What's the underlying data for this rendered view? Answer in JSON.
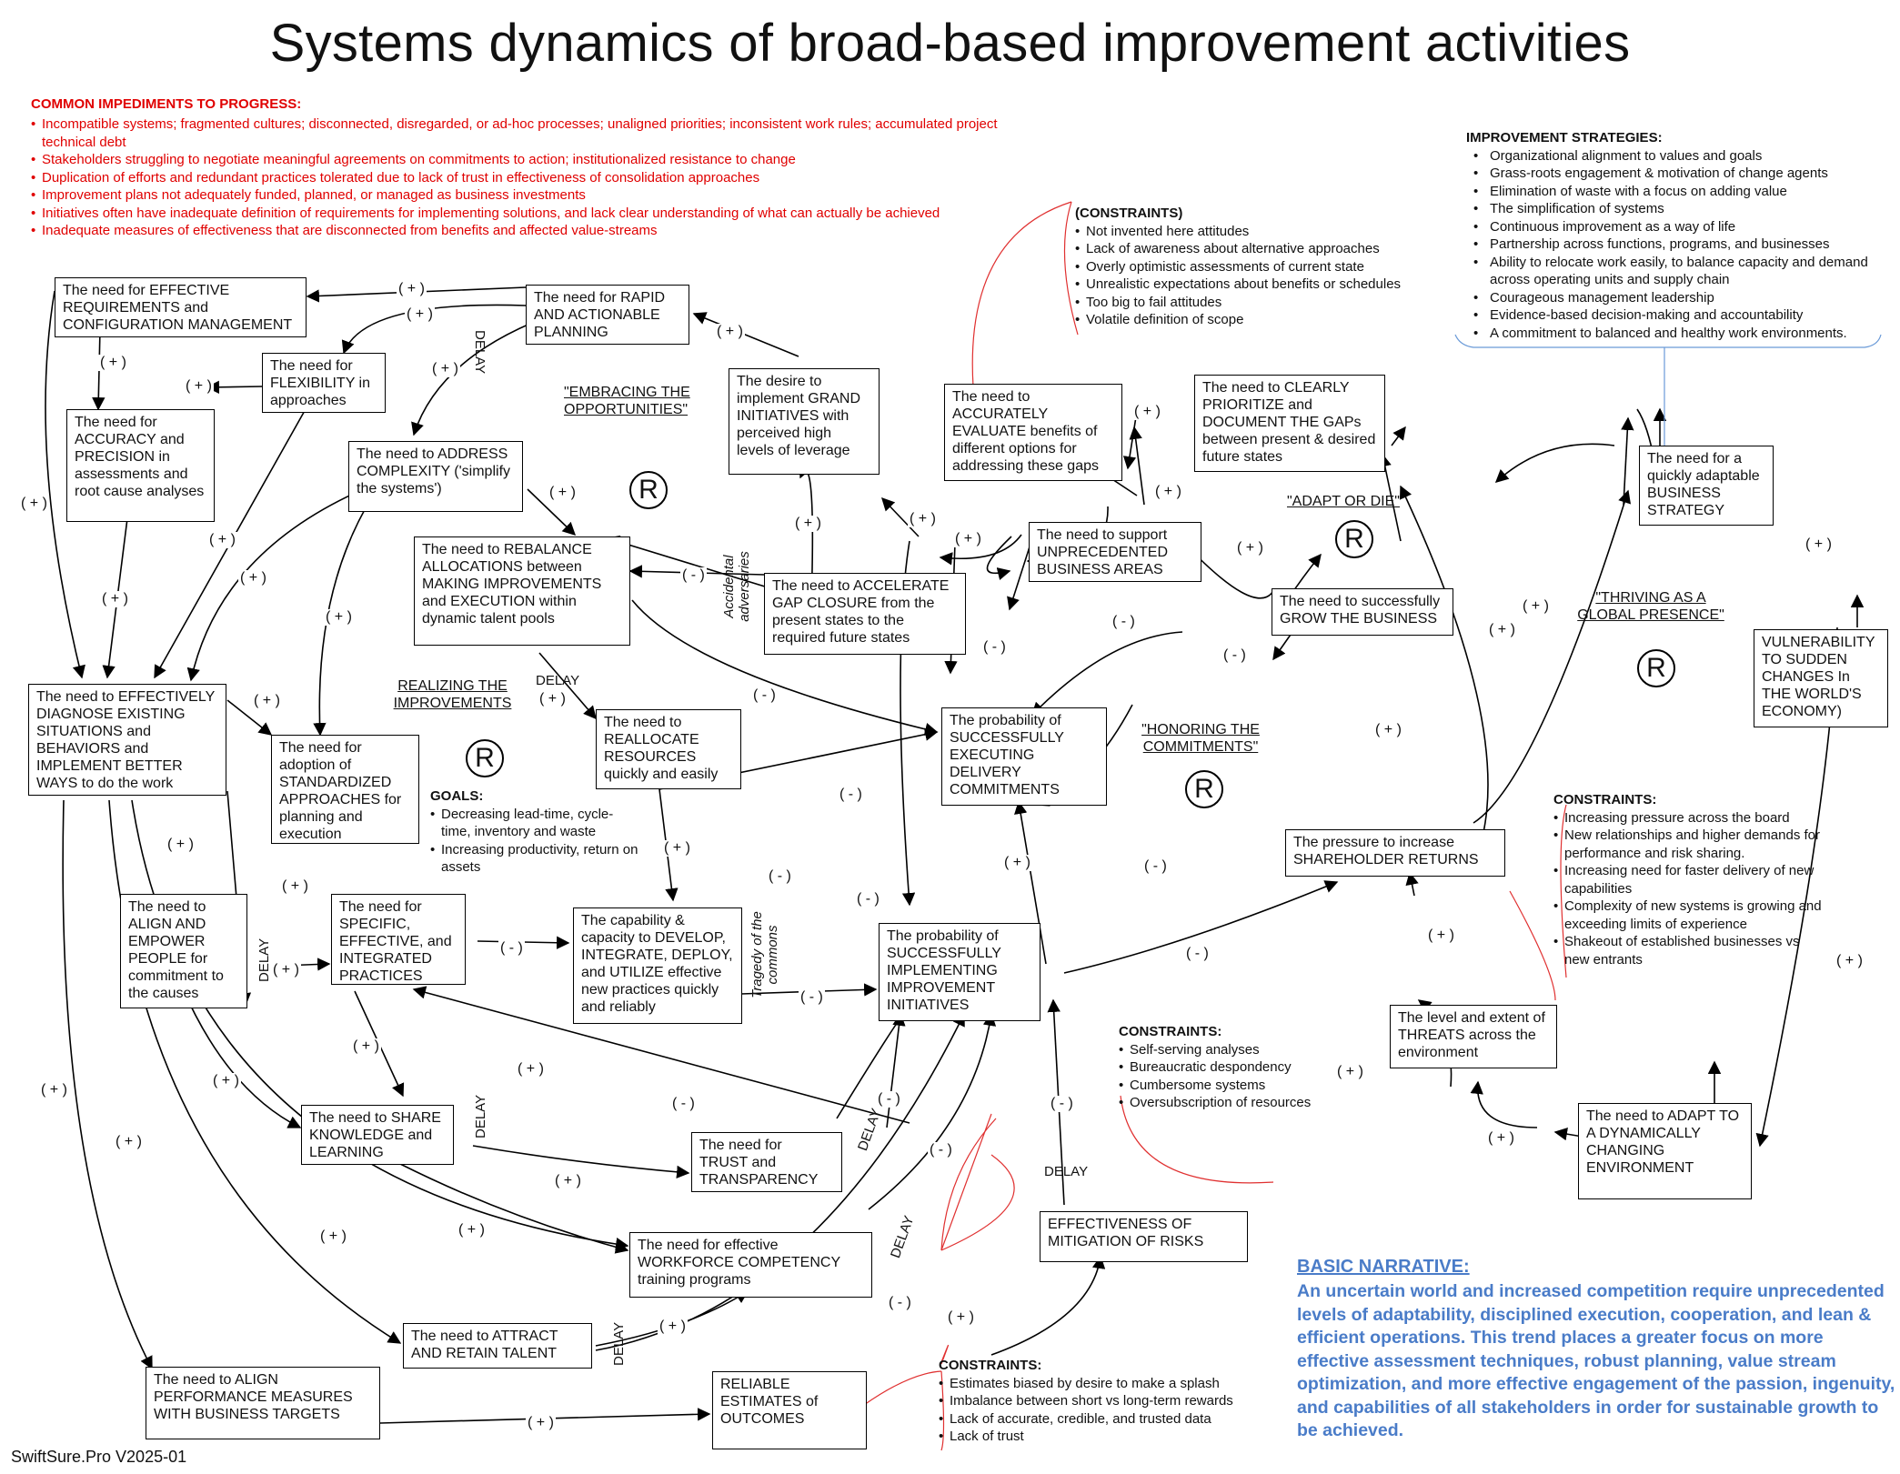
{
  "title": "Systems dynamics of broad-based improvement activities",
  "impediments": {
    "heading": "COMMON IMPEDIMENTS TO PROGRESS:",
    "items": [
      "Incompatible systems; fragmented cultures; disconnected, disregarded, or ad-hoc processes; unaligned priorities; inconsistent work rules; accumulated project technical debt",
      "Stakeholders struggling to negotiate meaningful agreements on commitments to action; institutionalized resistance to change",
      "Duplication of efforts and redundant practices tolerated due to lack of trust in effectiveness of consolidation approaches",
      "Improvement plans not adequately funded, planned, or managed as business investments",
      "Initiatives often have inadequate definition of requirements for implementing solutions, and lack clear understanding of what can actually be achieved",
      "Inadequate measures of effectiveness that are disconnected from benefits and affected value-streams"
    ]
  },
  "strategies": {
    "heading": "IMPROVEMENT STRATEGIES:",
    "items": [
      "Organizational alignment to values and goals",
      "Grass-roots engagement & motivation of change agents",
      "Elimination of waste with a focus on adding value",
      "The simplification of systems",
      "Continuous improvement as a way of life",
      "Partnership across functions, programs, and businesses",
      "Ability to relocate work easily, to balance capacity and demand across operating units and supply chain",
      "Courageous management leadership",
      "Evidence-based decision-making and accountability",
      "A commitment to balanced and healthy work environments."
    ]
  },
  "constraints_top": {
    "heading": "(CONSTRAINTS)",
    "items": [
      "Not invented here attitudes",
      "Lack of awareness about alternative approaches",
      "Overly optimistic assessments of current state",
      "Unrealistic expectations about benefits or schedules",
      "Too big to fail attitudes",
      "Volatile definition of scope"
    ]
  },
  "constraints_right": {
    "heading": "CONSTRAINTS:",
    "items": [
      "Increasing pressure across the board",
      "New relationships and higher demands for performance and risk sharing.",
      "Increasing need for faster delivery of new capabilities",
      "Complexity of new systems is growing and exceeding limits of experience",
      "Shakeout of established businesses vs new entrants"
    ]
  },
  "constraints_mid": {
    "heading": "CONSTRAINTS:",
    "items": [
      "Self-serving analyses",
      "Bureaucratic despondency",
      "Cumbersome systems",
      "Oversubscription of resources"
    ]
  },
  "constraints_bottom": {
    "heading": "CONSTRAINTS:",
    "items": [
      "Estimates biased by desire to make a splash",
      "Imbalance between short vs long-term rewards",
      "Lack of accurate, credible, and trusted data",
      "Lack of trust"
    ]
  },
  "goals": {
    "heading": "GOALS:",
    "items": [
      "Decreasing lead-time, cycle-time, inventory and waste",
      "Increasing productivity, return on assets"
    ]
  },
  "themes": {
    "embracing": "\"EMBRACING THE OPPORTUNITIES\"",
    "realizing": "REALIZING THE IMPROVEMENTS",
    "adapt": "\"ADAPT OR DIE\"",
    "honoring": "\"HONORING THE COMMITMENTS\"",
    "thriving": "\"THRIVING AS A GLOBAL PRESENCE\""
  },
  "italic_labels": {
    "adversaries": "Accidental adversaries",
    "commons": "Tragedy of the commons"
  },
  "loop_symbol": "R",
  "nodes": {
    "effective_requirements": "The need for EFFECTIVE REQUIREMENTS and CONFIGURATION MANAGEMENT",
    "rapid_planning": "The need for RAPID AND ACTIONABLE PLANNING",
    "flexibility": "The need for FLEXIBILITY in approaches",
    "accuracy": "The need for ACCURACY and PRECISION in assessments and root cause analyses",
    "address_complexity": "The need to ADDRESS COMPLEXITY ('simplify the systems')",
    "grand_initiatives": "The desire to implement GRAND INITIATIVES with perceived high levels of leverage",
    "accurately_evaluate": "The need to ACCURATELY EVALUATE benefits of different options for addressing these gaps",
    "clearly_prioritize": "The need to CLEARLY PRIORITIZE and DOCUMENT THE GAPs between present & desired future states",
    "rebalance": "The need to REBALANCE ALLOCATIONS between MAKING IMPROVEMENTS and EXECUTION within dynamic talent pools",
    "accelerate_gap": "The need to ACCELERATE GAP CLOSURE from the present states to the required future states",
    "unprecedented_areas": "The need to support UNPRECEDENTED BUSINESS AREAS",
    "grow_business": "The need to successfully GROW THE BUSINESS",
    "adaptable_strategy": "The need for a quickly adaptable BUSINESS STRATEGY",
    "vulnerability": "VULNERABILITY TO SUDDEN CHANGES In THE WORLD'S ECONOMY)",
    "diagnose": "The need to EFFECTIVELY DIAGNOSE EXISTING SITUATIONS and BEHAVIORS and IMPLEMENT BETTER WAYS to do the work",
    "standardized": "The need for adoption of STANDARDIZED APPROACHES for planning and execution",
    "reallocate": "The need to REALLOCATE RESOURCES quickly and easily",
    "prob_delivery": "The probability of SUCCESSFULLY EXECUTING DELIVERY COMMITMENTS",
    "shareholder": "The pressure to increase SHAREHOLDER RETURNS",
    "align_empower": "The need to ALIGN AND EMPOWER PEOPLE for commitment to the causes",
    "specific_practices": "The need for SPECIFIC, EFFECTIVE, and INTEGRATED PRACTICES",
    "capability": "The capability & capacity to DEVELOP, INTEGRATE, DEPLOY, and UTILIZE effective new practices quickly and reliably",
    "prob_improvement": "The probability of SUCCESSFULLY IMPLEMENTING IMPROVEMENT INITIATIVES",
    "threats": "The level and extent of THREATS across the environment",
    "share_knowledge": "The need to SHARE KNOWLEDGE and LEARNING",
    "trust": "The need for TRUST and TRANSPARENCY",
    "adapt_environment": "The need to ADAPT TO A DYNAMICALLY CHANGING ENVIRONMENT",
    "workforce": "The need for effective WORKFORCE COMPETENCY training programs",
    "mitigation": "EFFECTIVENESS OF MITIGATION OF RISKS",
    "attract_talent": "The need to ATTRACT AND RETAIN TALENT",
    "performance_measures": "The need to ALIGN PERFORMANCE MEASURES WITH BUSINESS TARGETS",
    "reliable_estimates": "RELIABLE ESTIMATES of OUTCOMES"
  },
  "link_labels": {
    "plus": "( + )",
    "minus": "( - )",
    "delay": "DELAY"
  },
  "narrative": {
    "heading": "BASIC NARRATIVE:",
    "text": "An uncertain world and increased competition require unprecedented levels of adaptability, disciplined execution, cooperation, and lean & efficient operations. This trend places a greater focus on more effective assessment techniques, robust planning, value stream optimization, and more effective engagement of the passion, ingenuity, and capabilities of all stakeholders in order for sustainable growth to be achieved."
  },
  "footer": "SwiftSure.Pro V2025-01",
  "colors": {
    "impediments": "#e00000",
    "narrative": "#4a7cc8",
    "constraint_bracket": "#e03030",
    "strategy_bracket": "#6a9ad8"
  }
}
